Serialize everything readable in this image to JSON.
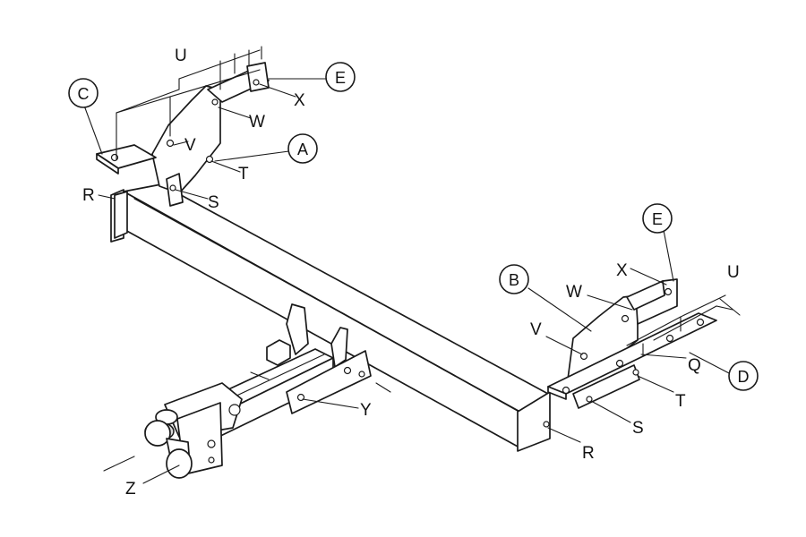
{
  "callouts": {
    "a": "A",
    "b": "B",
    "c": "C",
    "d": "D",
    "e_left": "E",
    "e_right": "E"
  },
  "labels": {
    "u_left": "U",
    "v_left": "V",
    "w_left": "W",
    "x_left": "X",
    "t_left": "T",
    "s_left": "S",
    "r_left": "R",
    "u_right": "U",
    "v_right": "V",
    "w_right": "W",
    "x_right": "X",
    "q_right": "Q",
    "t_right": "T",
    "s_right": "S",
    "r_right": "R",
    "y": "Y",
    "z": "Z"
  }
}
